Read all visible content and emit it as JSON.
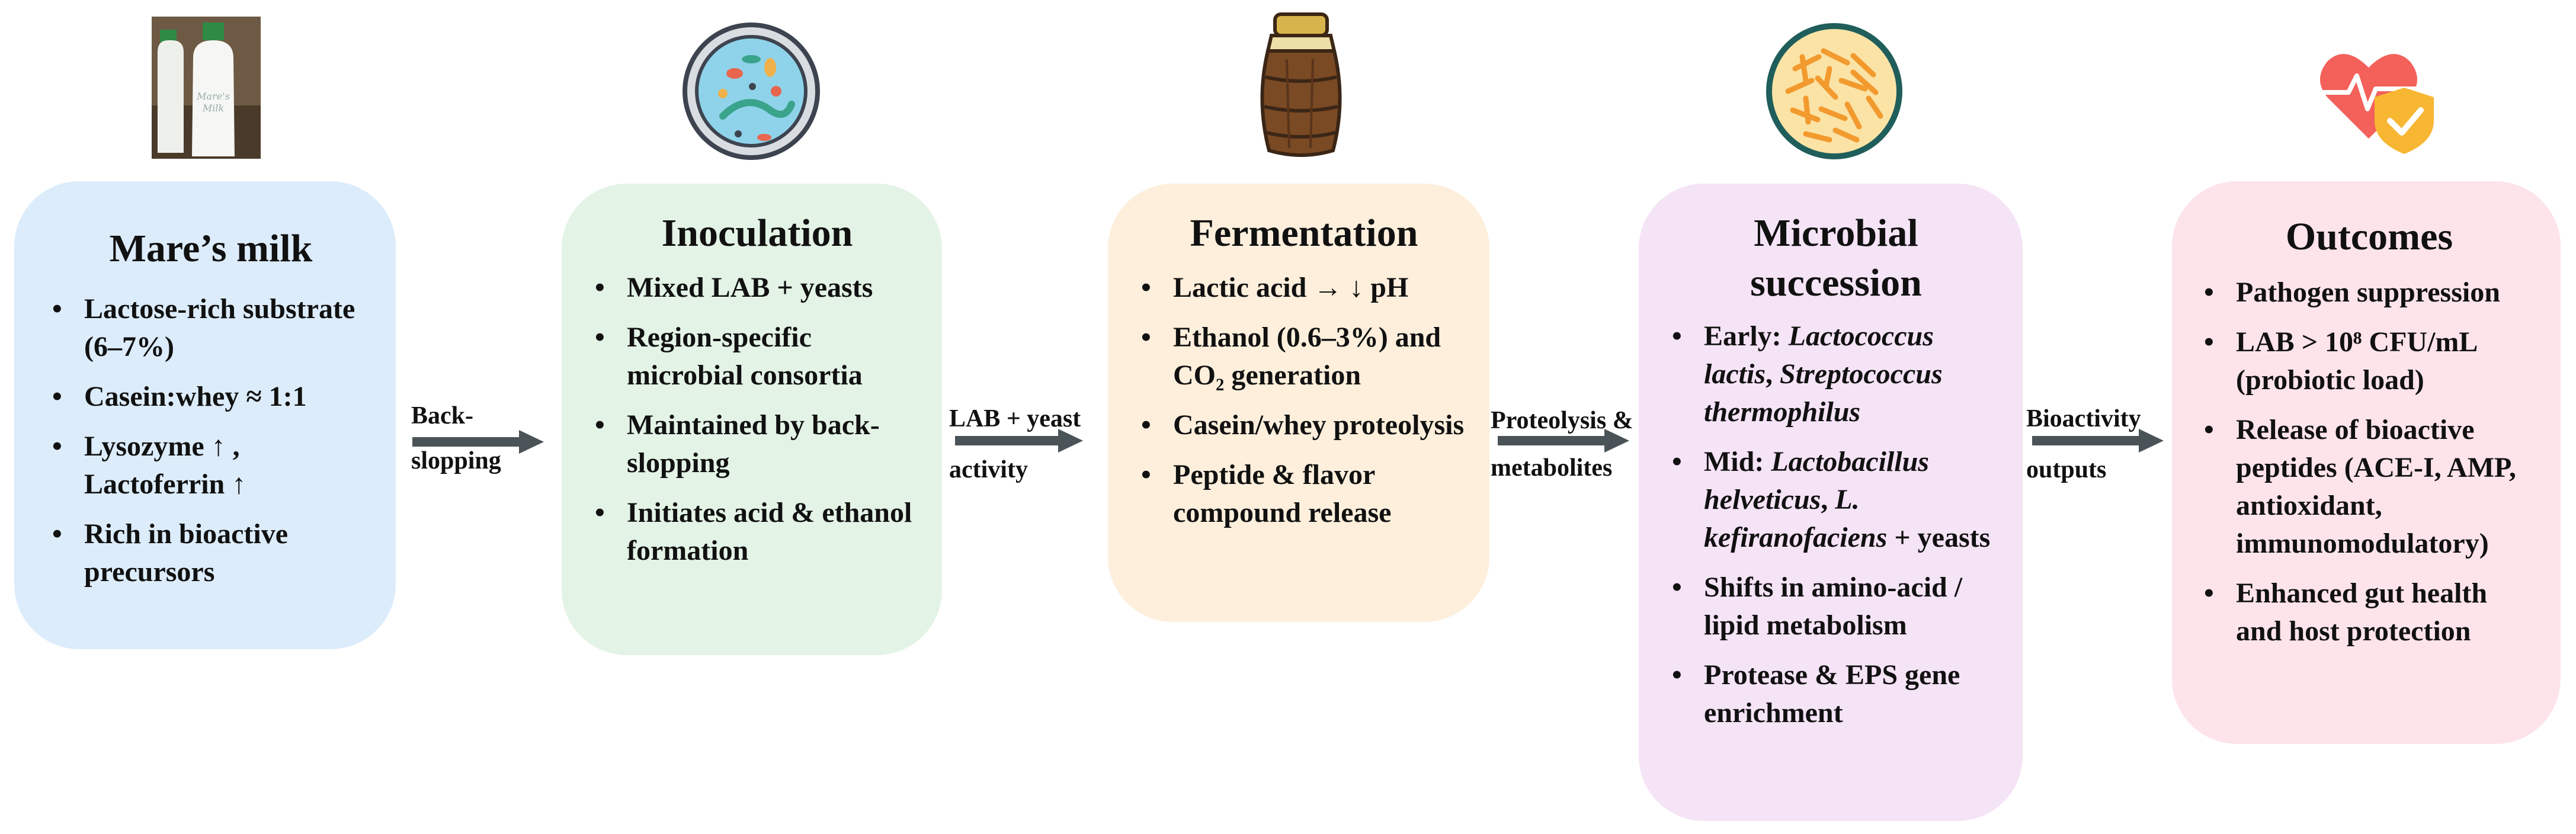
{
  "stages": [
    {
      "id": "mares-milk",
      "title": "Mare’s milk",
      "color": "#dcecfb",
      "bullets": [
        {
          "parts": [
            "Lactose-rich substrate (6–7%)"
          ]
        },
        {
          "parts": [
            "Casein:whey ≈ 1:1"
          ]
        },
        {
          "parts": [
            "Lysozyme ↑ , Lactoferrin ↑"
          ]
        },
        {
          "parts": [
            "Rich in bioactive precursors"
          ]
        }
      ]
    },
    {
      "id": "inoculation",
      "title": "Inoculation",
      "color": "#e3f3e6",
      "bullets": [
        {
          "parts": [
            "Mixed LAB + yeasts"
          ]
        },
        {
          "parts": [
            "Region-specific microbial consortia"
          ]
        },
        {
          "parts": [
            "Maintained by back-slopping"
          ]
        },
        {
          "parts": [
            "Initiates acid & ethanol formation"
          ]
        }
      ]
    },
    {
      "id": "fermentation",
      "title": "Fermentation",
      "color": "#fdefdc",
      "bullets": [
        {
          "parts": [
            "Lactic acid → ↓ pH"
          ]
        },
        {
          "parts": [
            "Ethanol (0.6–3%) and CO₂ generation"
          ]
        },
        {
          "parts": [
            "Casein/whey proteolysis"
          ]
        },
        {
          "parts": [
            "Peptide & flavor compound release"
          ]
        }
      ]
    },
    {
      "id": "microbial-succession",
      "title": "Microbial succession",
      "color": "#f5e3f6",
      "bullets": [
        {
          "parts": [
            "Early: ",
            "Lactococcus lactis",
            ", ",
            "Streptococcus thermophilus"
          ]
        },
        {
          "parts": [
            "Mid: ",
            "Lactobacillus helveticus",
            ", ",
            "L. kefiranofaciens",
            " + yeasts"
          ]
        },
        {
          "parts": [
            "Shifts in amino-acid / lipid metabolism"
          ]
        },
        {
          "parts": [
            "Protease & EPS gene enrichment"
          ]
        }
      ]
    },
    {
      "id": "outcomes",
      "title": "Outcomes",
      "color": "#fde4ea",
      "bullets": [
        {
          "parts": [
            "Pathogen suppression"
          ]
        },
        {
          "parts": [
            "LAB > 10⁸ CFU/mL (probiotic load)"
          ]
        },
        {
          "parts": [
            "Release of bioactive peptides (ACE-I, AMP, antioxidant, immunomodulatory)"
          ]
        },
        {
          "parts": [
            "Enhanced gut health and host protection"
          ]
        }
      ]
    }
  ],
  "arrows": [
    {
      "label": "Back- slopping"
    },
    {
      "label": "LAB + yeast activity"
    },
    {
      "label": "Proteolysis & metabolites"
    },
    {
      "label": "Bioactivity outputs"
    }
  ],
  "colors": {
    "arrow": "#4a5358",
    "text": "#111111"
  },
  "icons": [
    "milk-bottles-icon",
    "petri-dish-icon",
    "fermentation-jar-icon",
    "bacteria-colony-icon",
    "heart-shield-icon"
  ]
}
